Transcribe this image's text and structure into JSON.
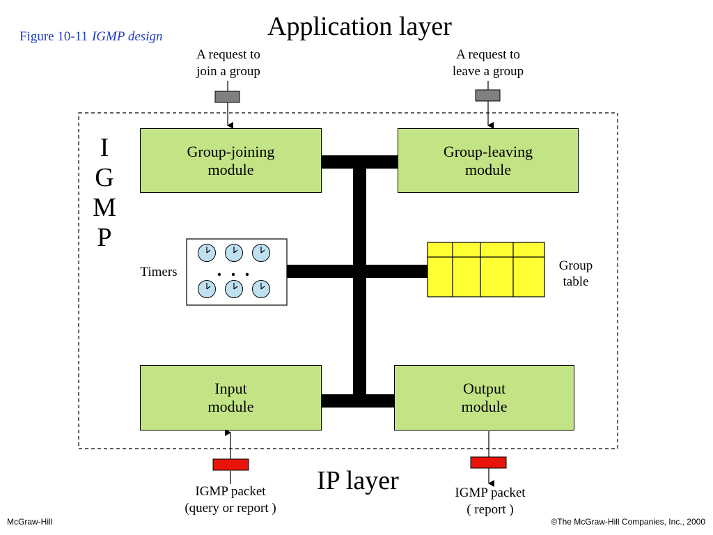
{
  "caption": {
    "figure_number": "Figure  10-11",
    "figure_title": "IGMP design"
  },
  "layers": {
    "top": "Application layer",
    "bottom": "IP layer"
  },
  "requests": {
    "join": {
      "line1": "A request to",
      "line2": "join a group"
    },
    "leave": {
      "line1": "A request to",
      "line2": "leave a group"
    }
  },
  "igmp_label": [
    "I",
    "G",
    "M",
    "P"
  ],
  "modules": {
    "group_joining": {
      "line1": "Group-joining",
      "line2": "module"
    },
    "group_leaving": {
      "line1": "Group-leaving",
      "line2": "module"
    },
    "input": {
      "line1": "Input",
      "line2": "module"
    },
    "output": {
      "line1": "Output",
      "line2": "module"
    }
  },
  "timers": {
    "label": "Timers",
    "ellipsis": ". . ."
  },
  "group_table": {
    "line1": "Group",
    "line2": "table",
    "columns": 4,
    "rows": 2
  },
  "packets": {
    "incoming": {
      "line1": "IGMP  packet",
      "line2": "(query or report )"
    },
    "outgoing": {
      "line1": "IGMP  packet",
      "line2": "( report )"
    }
  },
  "footer": {
    "left": "McGraw-Hill",
    "right": "©The McGraw-Hill Companies, Inc., 2000"
  },
  "colors": {
    "module_fill": "#c3e485",
    "table_fill": "#ffff33",
    "request_box": "#808080",
    "packet_box": "#e8140c",
    "clock_fill": "#bfe0f0",
    "caption": "#1f3fbf"
  }
}
